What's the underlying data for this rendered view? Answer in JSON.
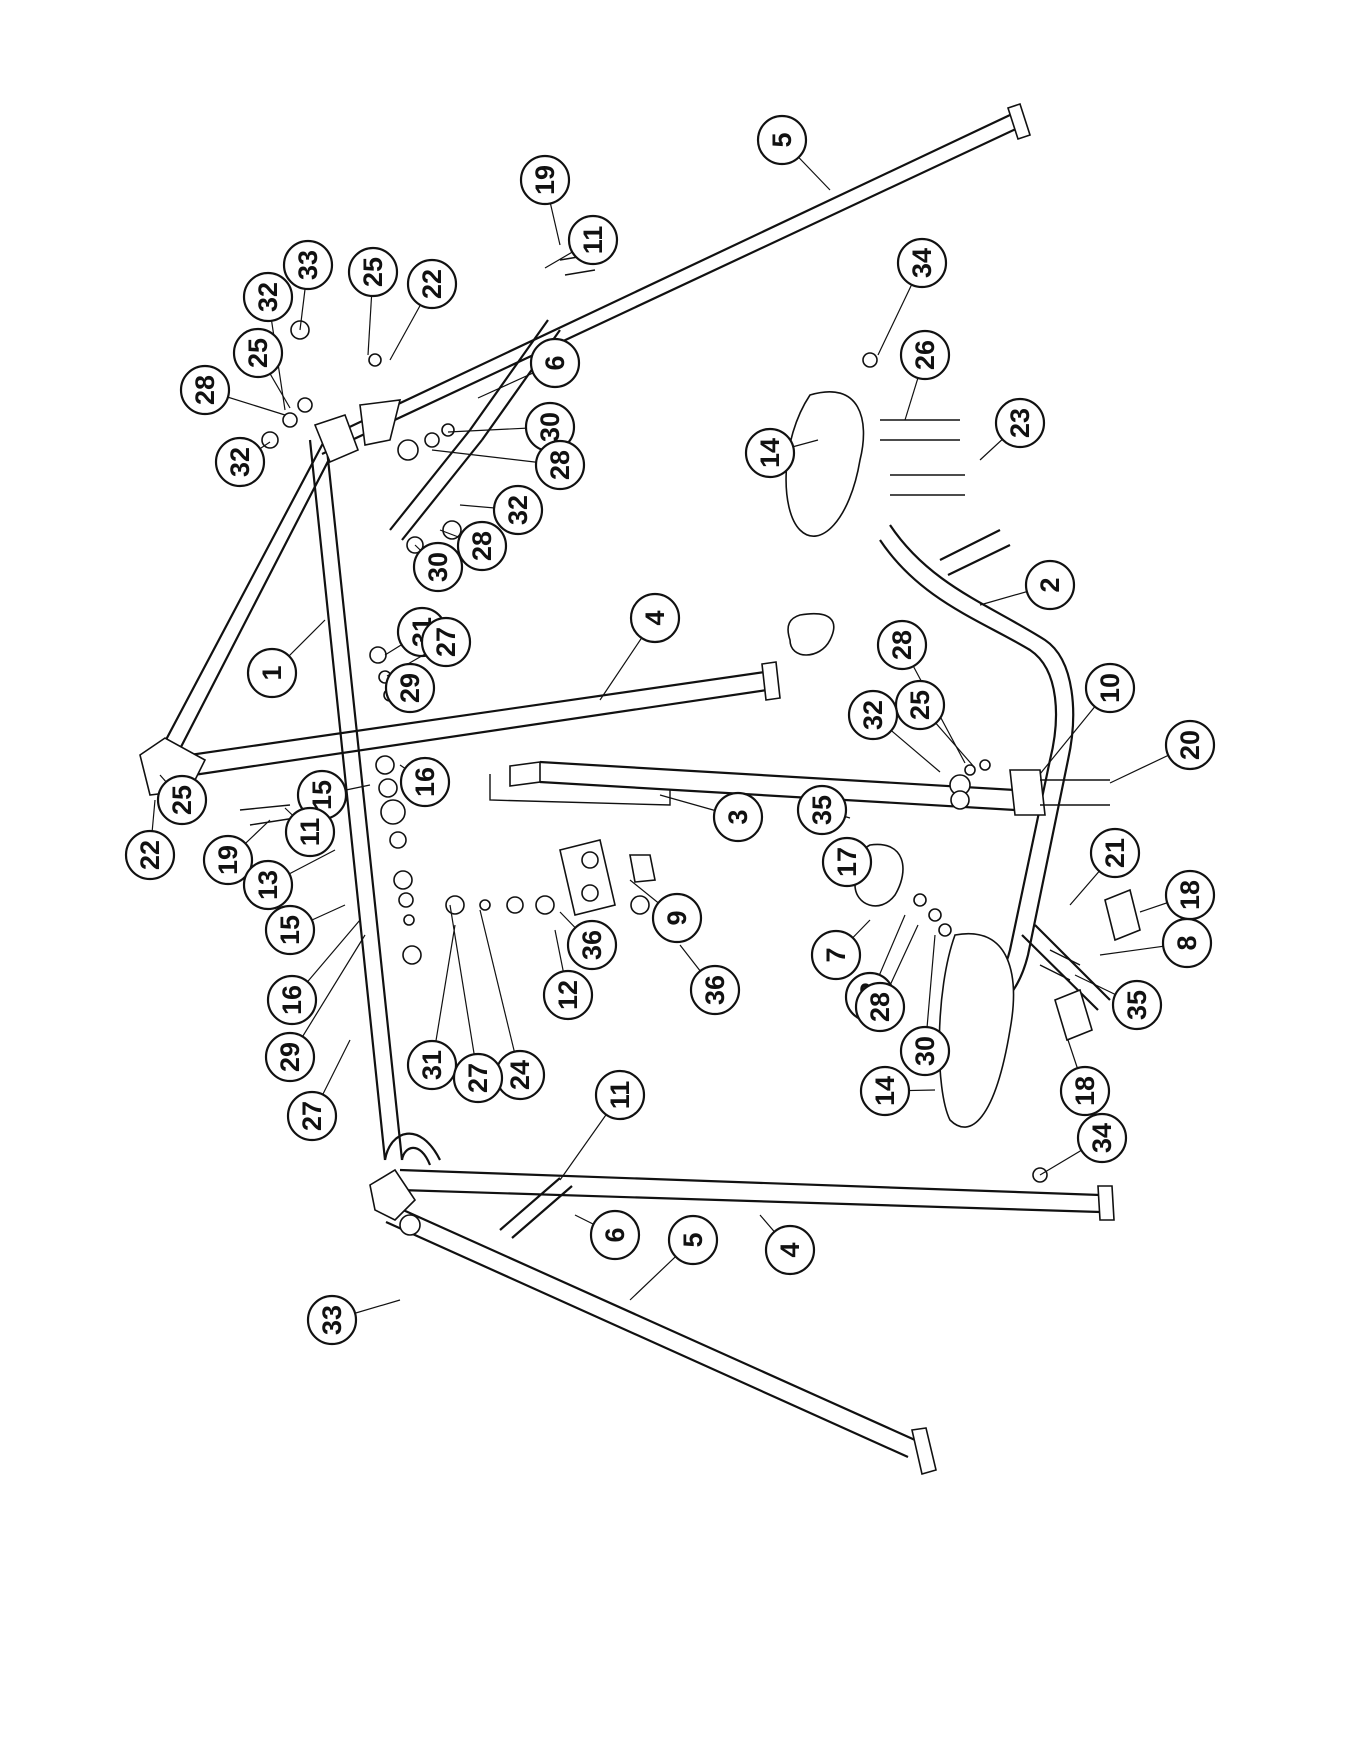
{
  "diagram": {
    "callouts": [
      {
        "label": "5"
      },
      {
        "label": "19"
      },
      {
        "label": "11"
      },
      {
        "label": "33"
      },
      {
        "label": "25"
      },
      {
        "label": "22"
      },
      {
        "label": "32"
      },
      {
        "label": "25"
      },
      {
        "label": "28"
      },
      {
        "label": "32"
      },
      {
        "label": "6"
      },
      {
        "label": "30"
      },
      {
        "label": "28"
      },
      {
        "label": "32"
      },
      {
        "label": "28"
      },
      {
        "label": "30"
      },
      {
        "label": "34"
      },
      {
        "label": "14"
      },
      {
        "label": "26"
      },
      {
        "label": "23"
      },
      {
        "label": "2"
      },
      {
        "label": "4"
      },
      {
        "label": "31"
      },
      {
        "label": "27"
      },
      {
        "label": "29"
      },
      {
        "label": "1"
      },
      {
        "label": "28"
      },
      {
        "label": "25"
      },
      {
        "label": "32"
      },
      {
        "label": "10"
      },
      {
        "label": "20"
      },
      {
        "label": "16"
      },
      {
        "label": "15"
      },
      {
        "label": "3"
      },
      {
        "label": "35"
      },
      {
        "label": "17"
      },
      {
        "label": "21"
      },
      {
        "label": "18"
      },
      {
        "label": "25"
      },
      {
        "label": "22"
      },
      {
        "label": "11"
      },
      {
        "label": "19"
      },
      {
        "label": "13"
      },
      {
        "label": "9"
      },
      {
        "label": "36"
      },
      {
        "label": "7"
      },
      {
        "label": "8"
      },
      {
        "label": "15"
      },
      {
        "label": "16"
      },
      {
        "label": "12"
      },
      {
        "label": "36"
      },
      {
        "label": "32"
      },
      {
        "label": "28"
      },
      {
        "label": "35"
      },
      {
        "label": "29"
      },
      {
        "label": "31"
      },
      {
        "label": "24"
      },
      {
        "label": "27"
      },
      {
        "label": "30"
      },
      {
        "label": "18"
      },
      {
        "label": "27"
      },
      {
        "label": "14"
      },
      {
        "label": "11"
      },
      {
        "label": "34"
      },
      {
        "label": "6"
      },
      {
        "label": "5"
      },
      {
        "label": "4"
      },
      {
        "label": "33"
      }
    ]
  }
}
